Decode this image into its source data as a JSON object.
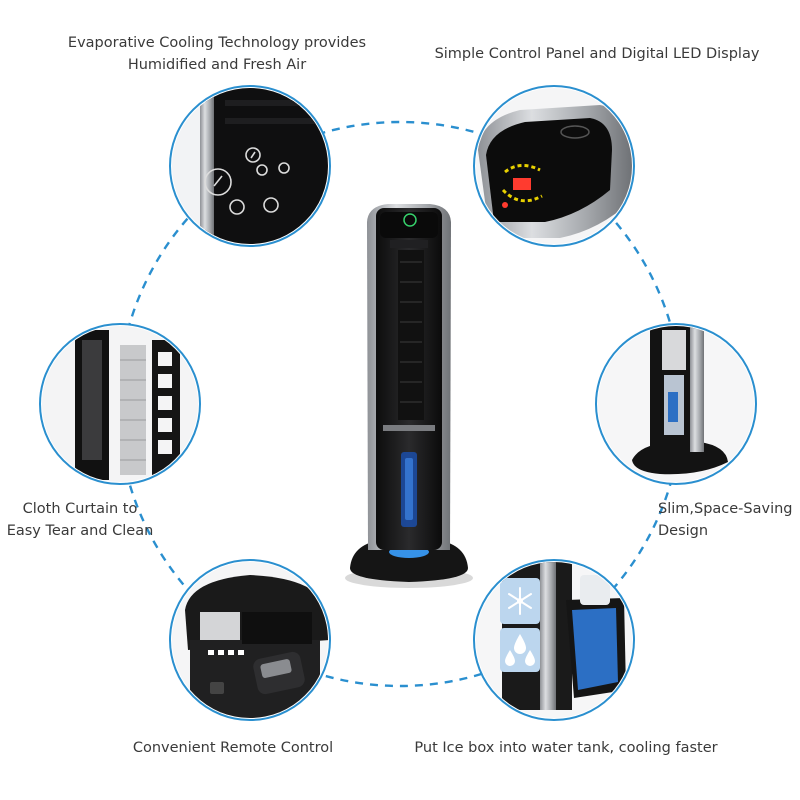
{
  "captions": {
    "top_left": [
      "Evaporative Cooling Technology provides",
      "Humidified and Fresh Air"
    ],
    "top_right": [
      "Simple Control Panel and Digital LED Display"
    ],
    "mid_left": [
      "Cloth Curtain to",
      "Easy Tear and Clean"
    ],
    "mid_right": [
      "Slim,Space-Saving",
      "Design"
    ],
    "bottom_left": [
      "Convenient Remote Control"
    ],
    "bottom_right": [
      "Put Ice box into water tank, cooling faster"
    ]
  },
  "colors": {
    "ring": "#2a8fcf",
    "callout_border": "#2a8fcf",
    "product_body": "#1b1b1b",
    "product_trim": "#a9acb0",
    "led": "#ff3b2f",
    "tank_blue": "#2c6fc4",
    "ice_panel": "#bcd6ee"
  },
  "icons": [
    "snowflake-icon",
    "water-drops-icon",
    "touch-button-icon",
    "remote-control-icon"
  ]
}
